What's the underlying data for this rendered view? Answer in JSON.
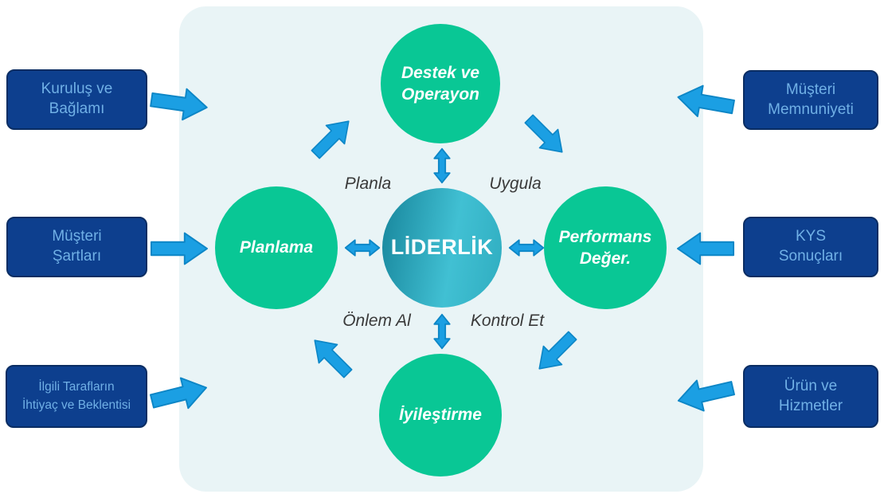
{
  "diagram": {
    "center_circle": {
      "label": "LİDERLİK"
    },
    "cycle_circles": [
      {
        "position": "top",
        "lines": [
          "Destek ve",
          "Operayon"
        ]
      },
      {
        "position": "right",
        "lines": [
          "Performans",
          "Değer."
        ]
      },
      {
        "position": "bottom",
        "lines": [
          "İyileştirme"
        ]
      },
      {
        "position": "left",
        "lines": [
          "Planlama"
        ]
      }
    ],
    "phase_labels": [
      {
        "position": "top-left",
        "label": "Planla"
      },
      {
        "position": "top-right",
        "label": "Uygula"
      },
      {
        "position": "bottom-left",
        "label": "Önlem Al"
      },
      {
        "position": "bottom-right",
        "label": "Kontrol Et"
      }
    ],
    "input_boxes": [
      {
        "lines": [
          "Kuruluş ve",
          "Bağlamı"
        ]
      },
      {
        "lines": [
          "Müşteri",
          "Şartları"
        ]
      },
      {
        "lines": [
          "İlgili Tarafların",
          "İhtiyaç ve Beklentisi"
        ]
      }
    ],
    "output_boxes": [
      {
        "lines": [
          "Müşteri",
          "Memnuniyeti"
        ]
      },
      {
        "lines": [
          "KYS",
          "Sonuçları"
        ]
      },
      {
        "lines": [
          "Ürün ve",
          "Hizmetler"
        ]
      }
    ],
    "colors": {
      "panel_bg": "#e9f4f6",
      "circle_green": "#09c795",
      "center_gradient_start": "#17859b",
      "center_gradient_mid": "#41c0d3",
      "center_gradient_end": "#2fadc0",
      "box_bg": "#0d3f8e",
      "box_border": "#0a2d63",
      "box_text": "#70b0e6",
      "arrow_fill": "#1b9fe3",
      "arrow_stroke": "#0d86c6",
      "phase_label_color": "#3a3a3a"
    }
  }
}
